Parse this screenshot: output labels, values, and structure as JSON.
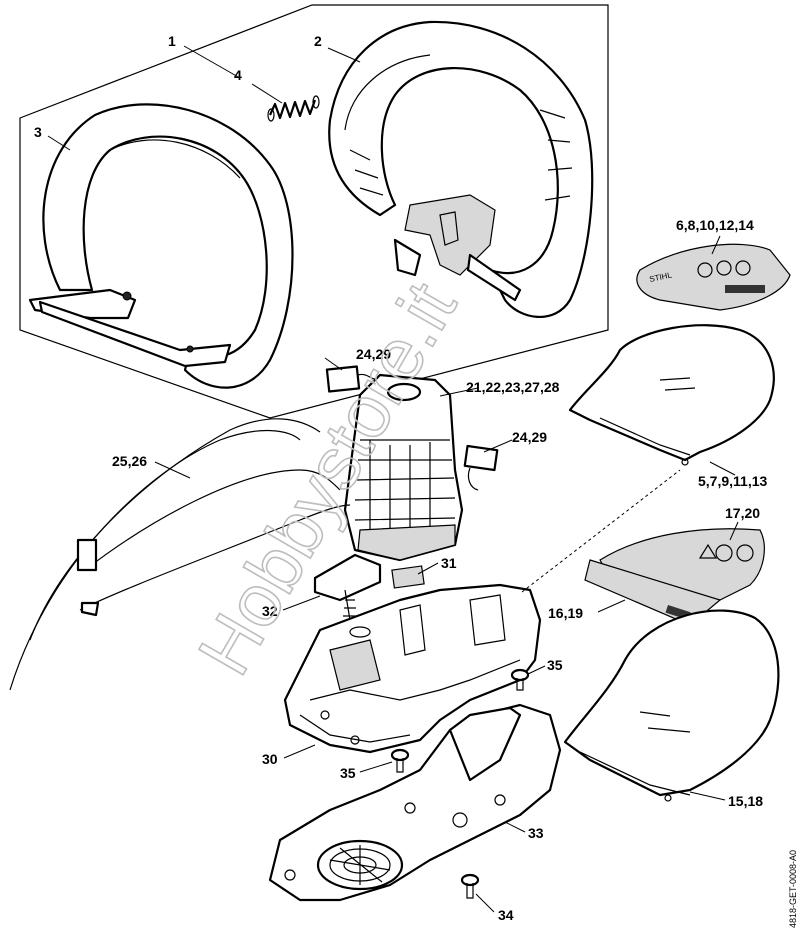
{
  "diagram": {
    "document_code": "4818-GET-0008-A0",
    "watermark": "Hobbystore.it",
    "labels": {
      "l1": "1",
      "l2": "2",
      "l3": "3",
      "l4": "4",
      "l6": "6,8,10,12,14",
      "l24a": "24,29",
      "l21": "21,22,23,27,28",
      "l24b": "24,29",
      "l25": "25,26",
      "l5": "5,7,9,11,13",
      "l17": "17,20",
      "l31": "31",
      "l32": "32",
      "l16": "16,19",
      "l35a": "35",
      "l30": "30",
      "l35b": "35",
      "l15": "15,18",
      "l33": "33",
      "l34": "34"
    }
  }
}
